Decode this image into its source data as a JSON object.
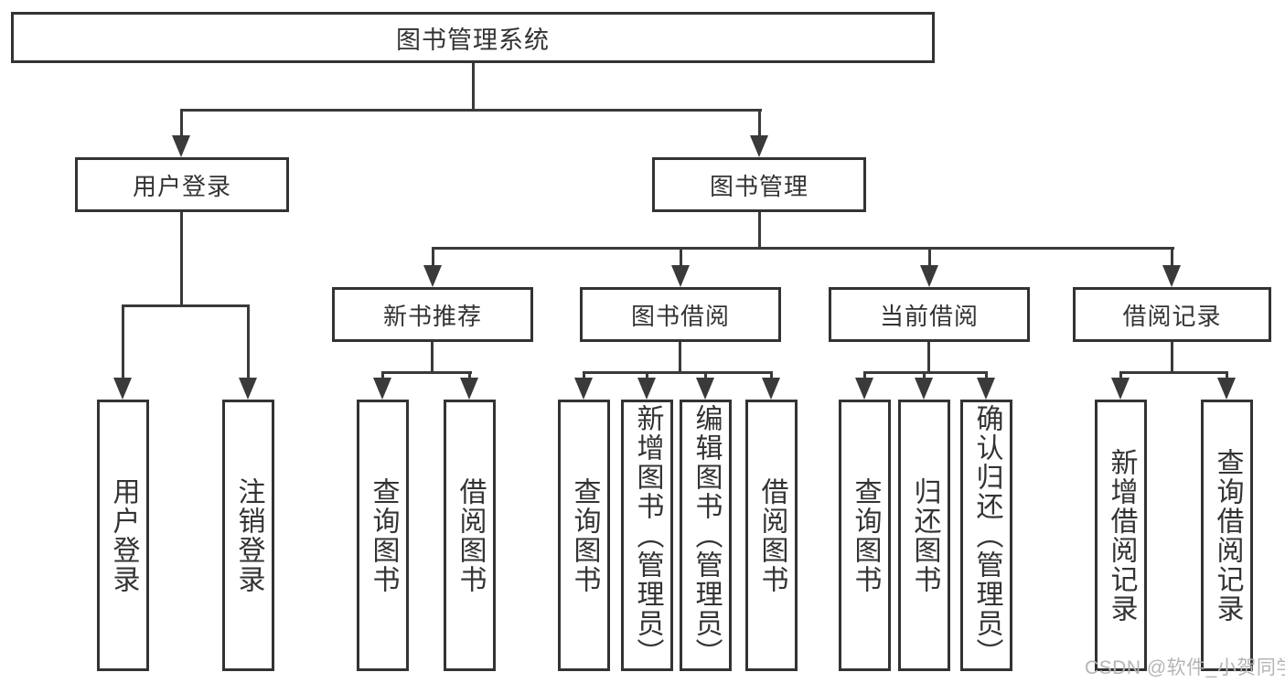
{
  "diagram": {
    "title": "图书管理系统",
    "level2": [
      "用户登录",
      "图书管理"
    ],
    "level3": [
      "新书推荐",
      "图书借阅",
      "当前借阅",
      "借阅记录"
    ],
    "leaves": {
      "user": [
        "用户登录",
        "注销登录"
      ],
      "newbook": [
        "查询图书",
        "借阅图书"
      ],
      "borrow": [
        "查询图书",
        "新增图书（管理员）",
        "编辑图书（管理员）",
        "借阅图书"
      ],
      "current": [
        "查询图书",
        "归还图书",
        "确认归还（管理员）"
      ],
      "records": [
        "新增借阅记录",
        "查询借阅记录"
      ]
    }
  },
  "watermark": "CSDN @软件_小贺同学",
  "colors": {
    "line": "#3a3a3a",
    "box_border": "#333333",
    "text": "#333333",
    "watermark": "#b5b5b5",
    "background": "#ffffff"
  }
}
